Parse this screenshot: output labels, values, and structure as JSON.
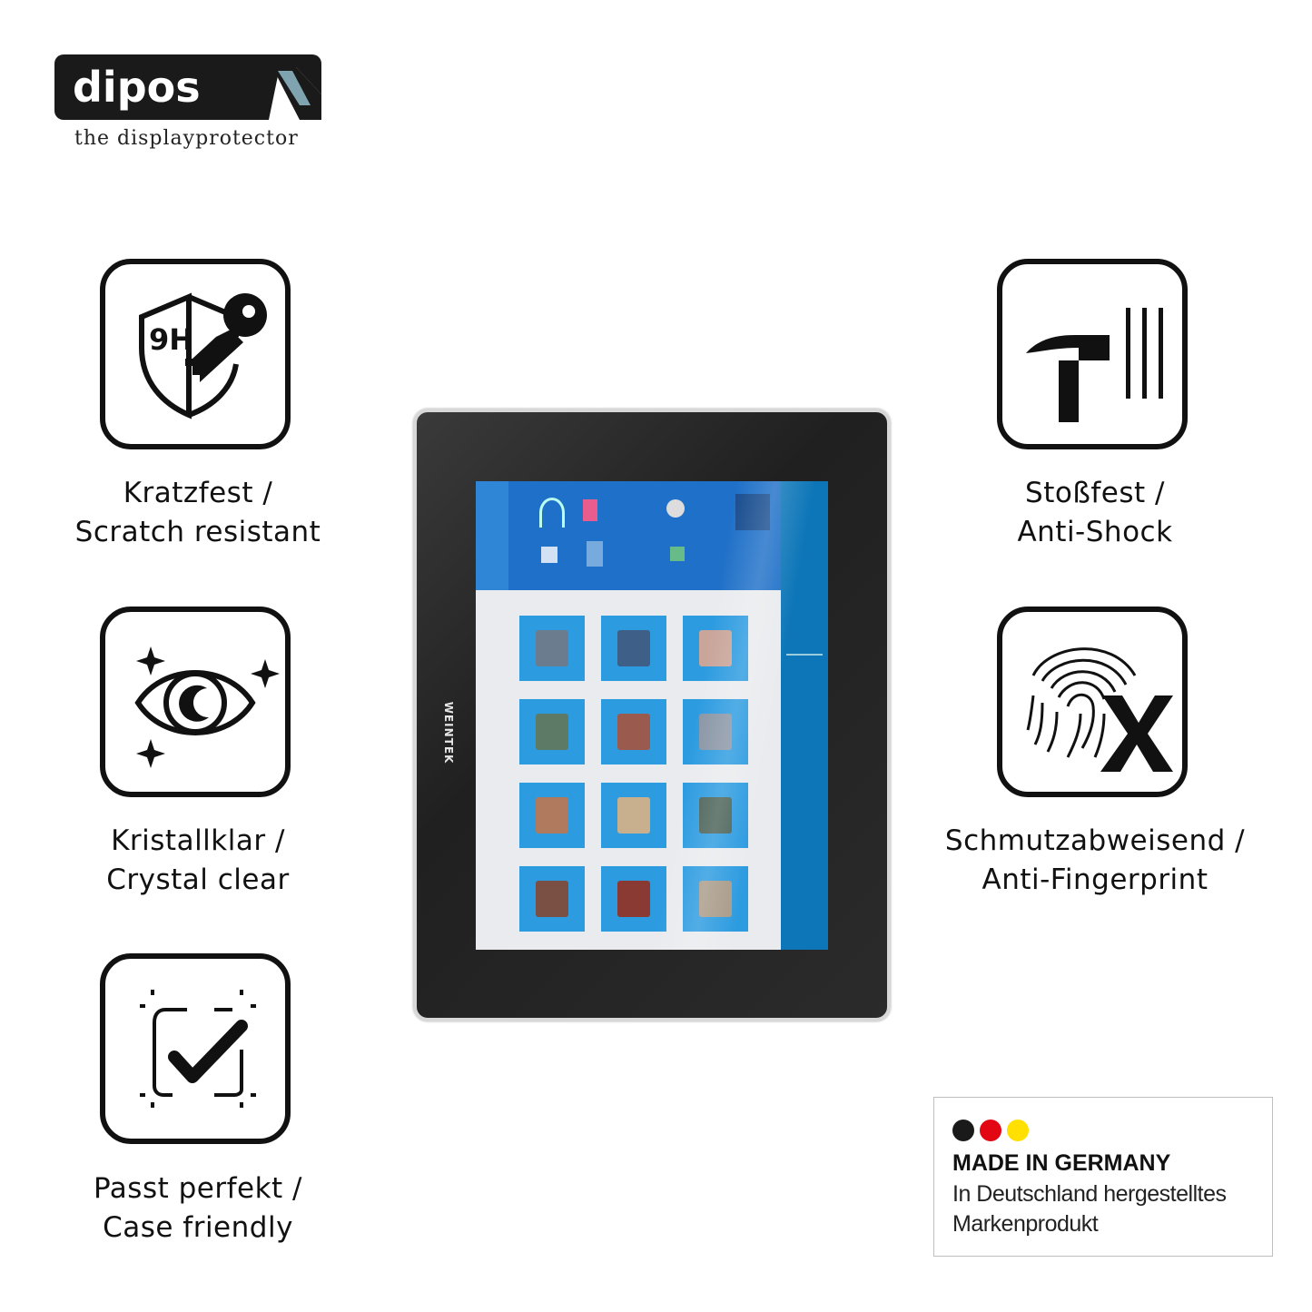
{
  "logo": {
    "wordmark": "dipos",
    "tagline": "the displayprotector"
  },
  "features": [
    {
      "id": "scratch",
      "icon": "shield-key-9h-icon",
      "badge": "9H",
      "line1": "Kratzfest /",
      "line2": "Scratch resistant"
    },
    {
      "id": "clear",
      "icon": "sparkling-eye-icon",
      "line1": "Kristallklar /",
      "line2": "Crystal clear"
    },
    {
      "id": "case",
      "icon": "frame-checkmark-icon",
      "line1": "Passt perfekt /",
      "line2": "Case friendly"
    },
    {
      "id": "shock",
      "icon": "hammer-icon",
      "line1": "Stoßfest /",
      "line2": "Anti-Shock"
    },
    {
      "id": "fingerprint",
      "icon": "fingerprint-x-icon",
      "line1": "Schmutzabweisend /",
      "line2": "Anti-Fingerprint"
    }
  ],
  "device": {
    "brand": "WEINTEK"
  },
  "made_in_germany": {
    "title": "MADE IN GERMANY",
    "line1": "In Deutschland hergestelltes",
    "line2": "Markenprodukt",
    "colors": [
      "#1a1a1a",
      "#e30613",
      "#ffe000"
    ]
  }
}
